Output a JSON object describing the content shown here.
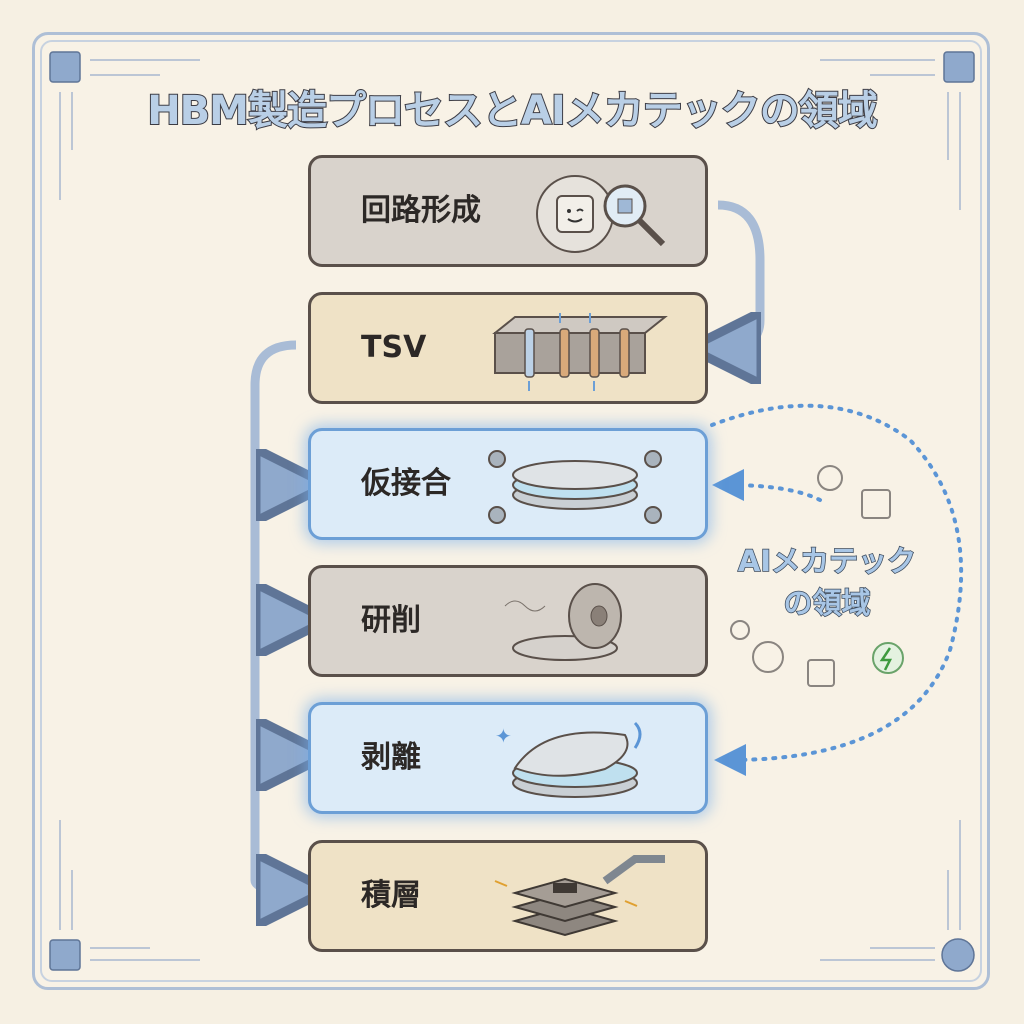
{
  "title": "HBM製造プロセスとAIメカテックの領域",
  "steps": [
    {
      "label": "回路形成",
      "style": "gray",
      "icon": "circuit-chip-magnifier-icon"
    },
    {
      "label": "TSV",
      "style": "beige",
      "icon": "through-silicon-via-icon"
    },
    {
      "label": "仮接合",
      "style": "blue",
      "icon": "temporary-bonding-icon"
    },
    {
      "label": "研削",
      "style": "gray",
      "icon": "grinding-wheel-icon"
    },
    {
      "label": "剥離",
      "style": "blue",
      "icon": "debonding-icon"
    },
    {
      "label": "積層",
      "style": "beige",
      "icon": "chip-stacking-icon"
    }
  ],
  "highlight": {
    "label_line1": "AIメカテック",
    "label_line2": "の領域",
    "color": "#5b95d6"
  }
}
